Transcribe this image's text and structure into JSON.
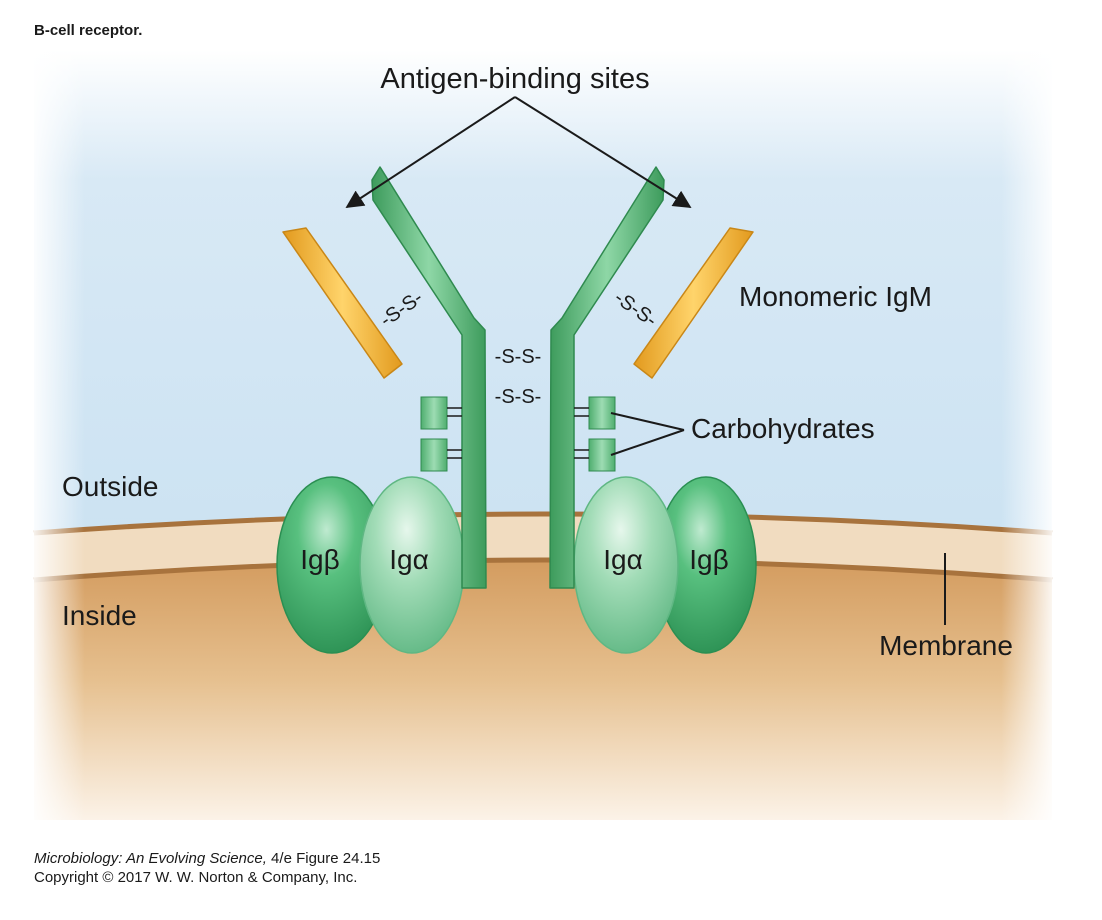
{
  "figure": {
    "title": "B-cell receptor."
  },
  "labels": {
    "antigen_binding_sites": "Antigen-binding sites",
    "monomeric_igm": "Monomeric IgM",
    "carbohydrates": "Carbohydrates",
    "outside": "Outside",
    "inside": "Inside",
    "membrane": "Membrane",
    "ig_beta": "Igβ",
    "ig_alpha": "Igα",
    "disulfide": "-S-S-"
  },
  "caption": {
    "book_title": "Microbiology: An Evolving Science,",
    "edition_figure": " 4/e  Figure 24.15",
    "copyright": "Copyright © 2017 W. W. Norton & Company, Inc."
  },
  "colors": {
    "outside_blue": "#cfe4f3",
    "inside_tan": "#d9a66b",
    "heavy_chain_green": "#5cb97a",
    "light_chain_gold": "#f2b53d",
    "ig_beta_green": "#3fae68",
    "ig_alpha_green": "#8fd4a8"
  }
}
